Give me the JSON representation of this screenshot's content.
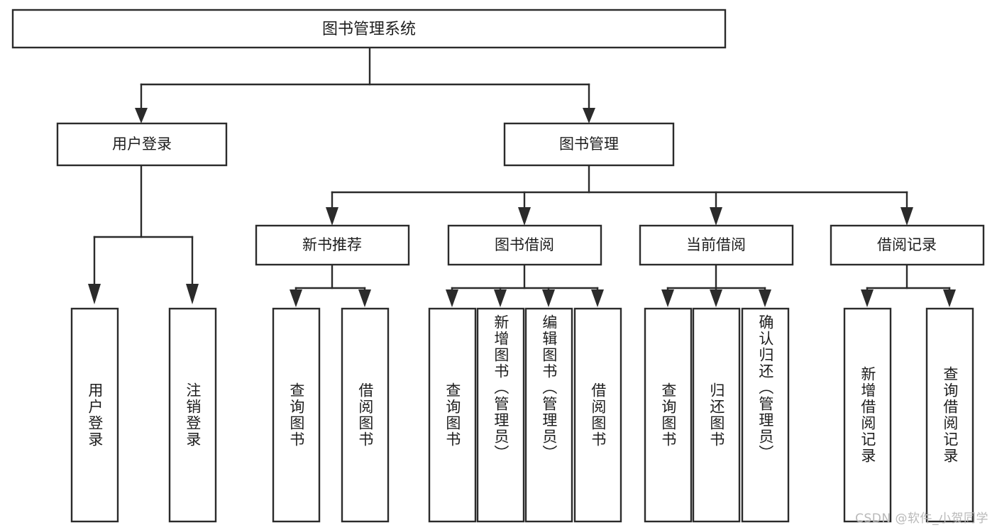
{
  "diagram": {
    "type": "tree-hierarchy-diagram",
    "title": "图书管理系统",
    "watermark": "CSDN @软件_小贺同学",
    "colors": {
      "stroke": "#2b2b2b",
      "fill": "#ffffff",
      "text": "#1d1d1d",
      "watermark": "#b9b9b9",
      "background": "#ffffff"
    },
    "levels": {
      "root": {
        "label": "图书管理系统"
      },
      "level2": [
        {
          "id": "user-login",
          "label": "用户登录"
        },
        {
          "id": "book-management",
          "label": "图书管理"
        }
      ],
      "level3": [
        {
          "id": "new-book-recommend",
          "label": "新书推荐"
        },
        {
          "id": "book-borrow",
          "label": "图书借阅"
        },
        {
          "id": "current-borrow",
          "label": "当前借阅"
        },
        {
          "id": "borrow-record",
          "label": "借阅记录"
        }
      ],
      "leaves": [
        {
          "id": "leaf-user-login",
          "label": "用户登录",
          "parent": "user-login"
        },
        {
          "id": "leaf-logout",
          "label": "注销登录",
          "parent": "user-login"
        },
        {
          "id": "leaf-query-book-1",
          "label": "查询图书",
          "parent": "new-book-recommend"
        },
        {
          "id": "leaf-borrow-book-1",
          "label": "借阅图书",
          "parent": "new-book-recommend"
        },
        {
          "id": "leaf-query-book-2",
          "label": "查询图书",
          "parent": "book-borrow"
        },
        {
          "id": "leaf-add-book",
          "label": "新增图书（管理员）",
          "parent": "book-borrow"
        },
        {
          "id": "leaf-edit-book",
          "label": "编辑图书（管理员）",
          "parent": "book-borrow"
        },
        {
          "id": "leaf-borrow-book-2",
          "label": "借阅图书",
          "parent": "book-borrow"
        },
        {
          "id": "leaf-query-book-3",
          "label": "查询图书",
          "parent": "current-borrow"
        },
        {
          "id": "leaf-return-book",
          "label": "归还图书",
          "parent": "current-borrow"
        },
        {
          "id": "leaf-confirm-return",
          "label": "确认归还（管理员）",
          "parent": "current-borrow"
        },
        {
          "id": "leaf-add-record",
          "label": "新增借阅记录",
          "parent": "borrow-record"
        },
        {
          "id": "leaf-query-record",
          "label": "查询借阅记录",
          "parent": "borrow-record"
        }
      ]
    }
  }
}
